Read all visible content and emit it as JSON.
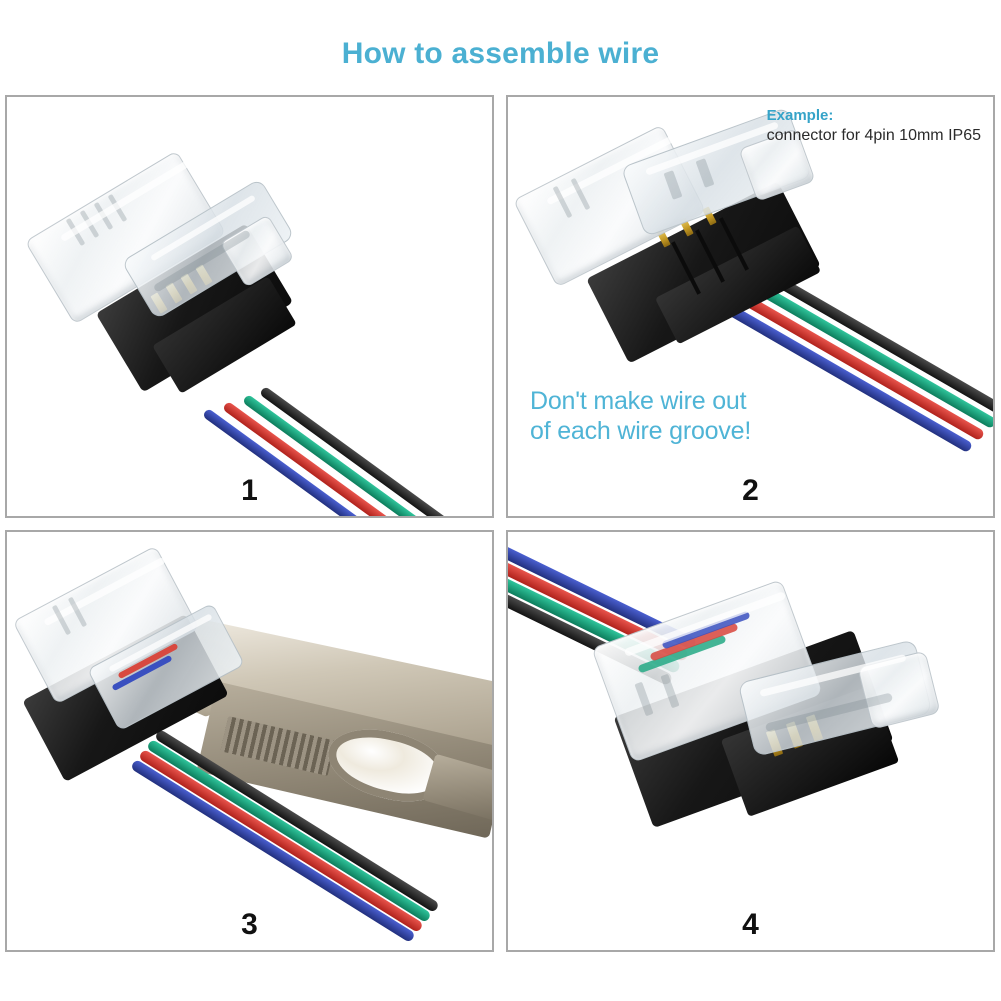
{
  "header": {
    "title": "How to assemble wire",
    "title_color": "#4bb0d2"
  },
  "panels": [
    {
      "id": "panel-1",
      "step_number": "1",
      "description": "Connector with open clamp and four loose wires",
      "wires": [
        "blue",
        "red",
        "green",
        "black"
      ]
    },
    {
      "id": "panel-2",
      "step_number": "2",
      "example_label": "Example:",
      "example_desc": "connector for 4pin 10mm IP65",
      "warning_line_1": "Don't make wire out",
      "warning_line_2": "of each wire groove!",
      "warning_color": "#4fb4d6",
      "description": "Wires seated into each wire groove of the open connector",
      "wires": [
        "blue",
        "red",
        "green",
        "black"
      ]
    },
    {
      "id": "panel-3",
      "step_number": "3",
      "description": "Pliers pressing the connector lid closed",
      "wires": [
        "blue",
        "red",
        "green",
        "black"
      ]
    },
    {
      "id": "panel-4",
      "step_number": "4",
      "description": "Finished assembled connector with wires clamped inside",
      "wires": [
        "blue",
        "red",
        "green",
        "black"
      ]
    }
  ],
  "colors": {
    "wire_blue": "#2a3fa8",
    "wire_red": "#d8352f",
    "wire_green": "#1a9e7a",
    "wire_black": "#1a1a1a",
    "connector_black": "#141414",
    "contact_gold": "#c79c25",
    "panel_border": "#a8a8a8",
    "background": "#ffffff",
    "accent": "#4bb0d2"
  }
}
